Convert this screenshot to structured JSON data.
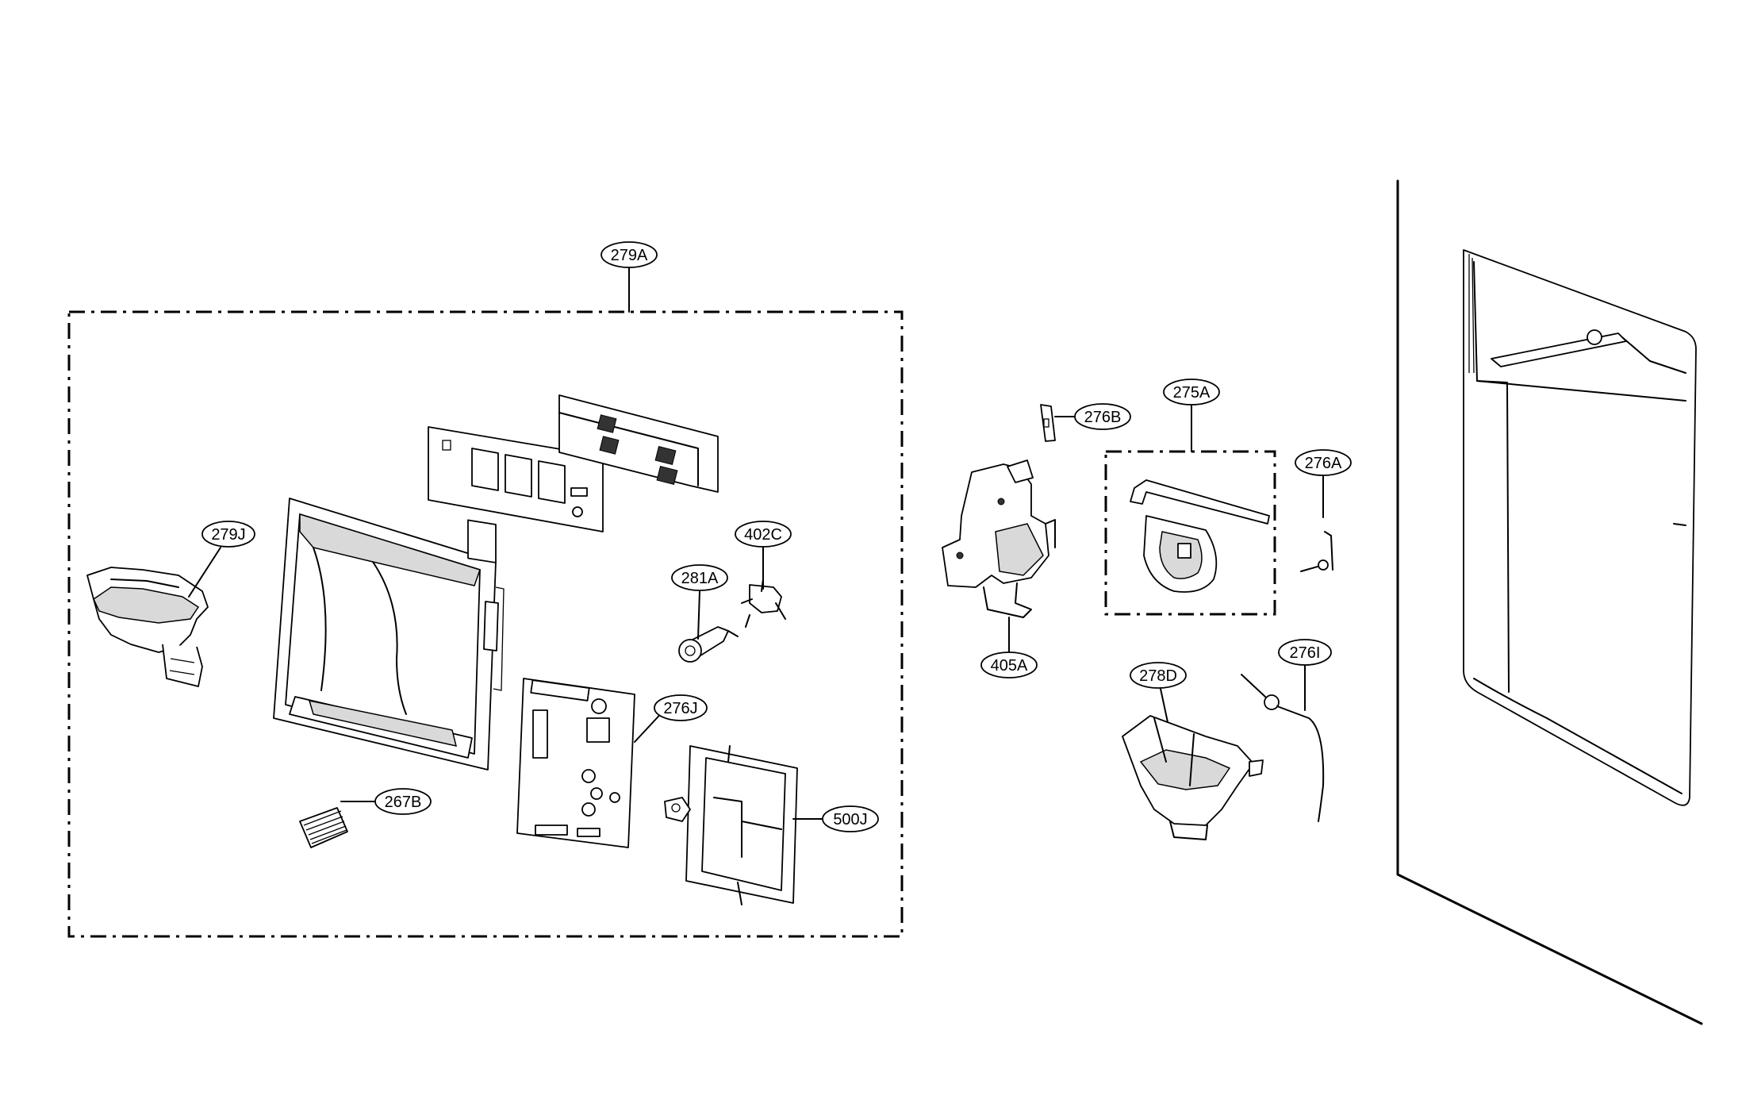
{
  "diagram": {
    "part_labels": [
      {
        "id": "279A",
        "text": "279A"
      },
      {
        "id": "279J",
        "text": "279J"
      },
      {
        "id": "402C",
        "text": "402C"
      },
      {
        "id": "281A",
        "text": "281A"
      },
      {
        "id": "276J",
        "text": "276J"
      },
      {
        "id": "267B",
        "text": "267B"
      },
      {
        "id": "500J",
        "text": "500J"
      },
      {
        "id": "276B",
        "text": "276B"
      },
      {
        "id": "275A",
        "text": "275A"
      },
      {
        "id": "276A",
        "text": "276A"
      },
      {
        "id": "405A",
        "text": "405A"
      },
      {
        "id": "278D",
        "text": "278D"
      },
      {
        "id": "276I",
        "text": "276I"
      }
    ]
  }
}
